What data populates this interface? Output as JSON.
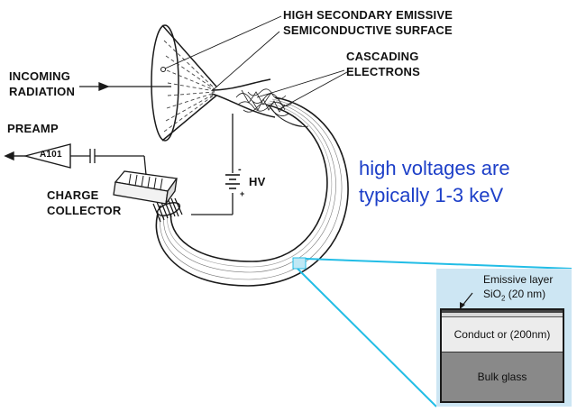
{
  "labels": {
    "surface_line1": "HIGH SECONDARY EMISSIVE",
    "surface_line2": "SEMICONDUCTIVE SURFACE",
    "cascade_line1": "CASCADING",
    "cascade_line2": "ELECTRONS",
    "incoming_line1": "INCOMING",
    "incoming_line2": "RADIATION",
    "preamp": "PREAMP",
    "amplifier": "A101",
    "collector_line1": "CHARGE",
    "collector_line2": "COLLECTOR",
    "hv": "HV",
    "hv_minus": "-",
    "hv_plus": "+"
  },
  "note": {
    "line1": "high voltages are",
    "line2": "typically 1-3 keV"
  },
  "inset": {
    "emissive_title": "Emissive layer",
    "sio2_main": "SiO",
    "sio2_sub": "2",
    "sio2_rest": " (20 nm)",
    "conductor": "Conduct or (200nm)",
    "bulk": "Bulk glass"
  },
  "colors": {
    "note_text": "#1d3fc8",
    "callout": "#22bde6",
    "inset_bg": "#cde6f3",
    "bulk_glass": "#898989",
    "conductor": "#ececec"
  }
}
